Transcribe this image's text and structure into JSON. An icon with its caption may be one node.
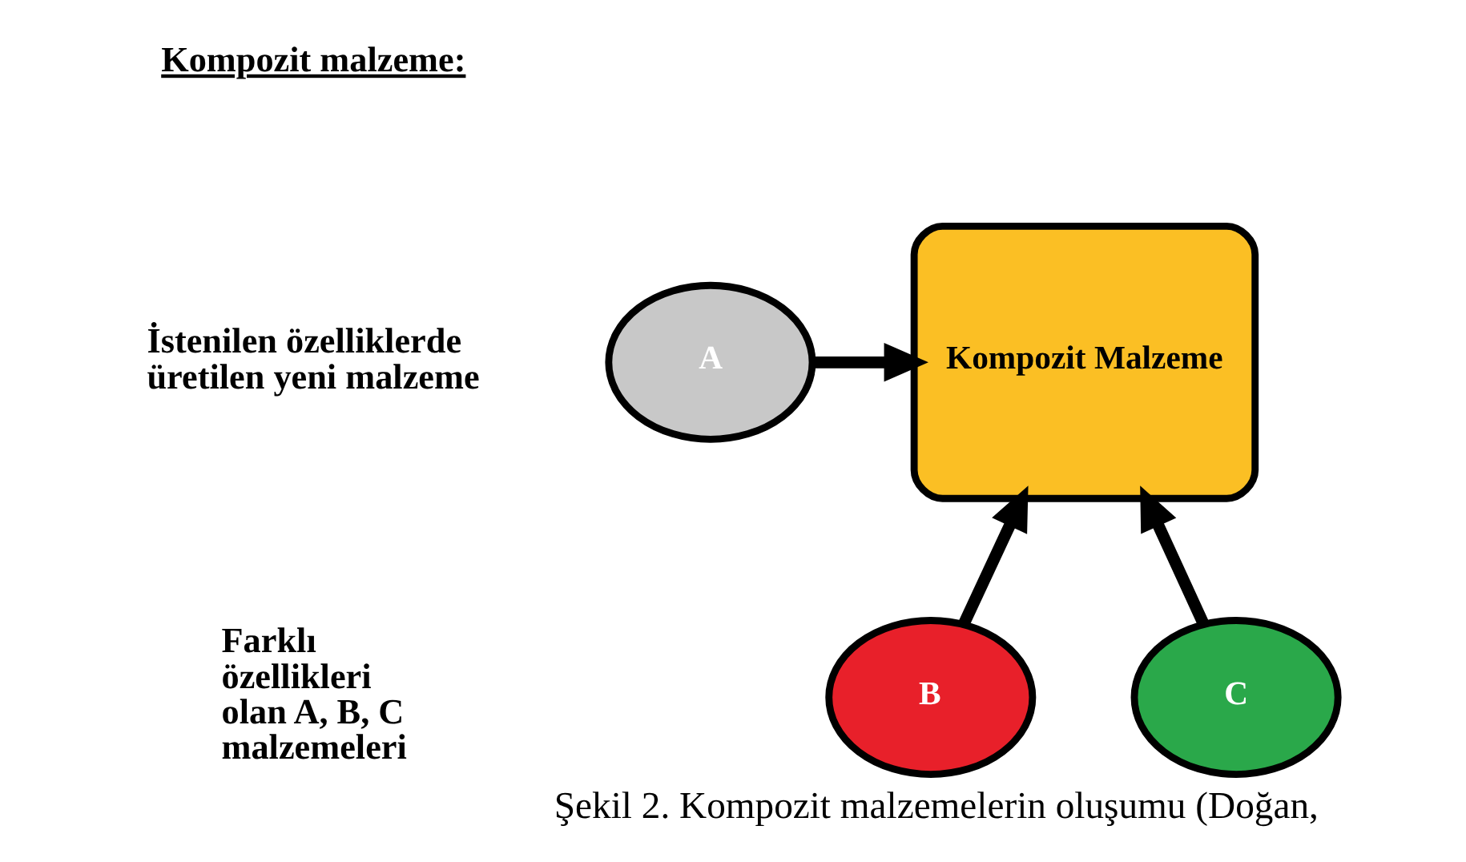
{
  "diagram": {
    "caption": "Şekil 2. Kompozit malzemelerin oluşumu (Doğan,",
    "nodes": [
      {
        "text": [
          "Kompozit Malzeme"
        ]
      },
      {
        "text": [
          "A"
        ]
      },
      {
        "text": [
          "B"
        ]
      },
      {
        "text": [
          "C"
        ]
      }
    ],
    "edges": [
      {
        "from": 1,
        "to": 0,
        "arrow": "to"
      },
      {
        "from": 2,
        "to": 0,
        "arrow": "to"
      },
      {
        "from": 3,
        "to": 0,
        "arrow": "to"
      }
    ],
    "labels": [
      "Kompozit malzeme:",
      "İstenilen özelliklerde üretilen yeni malzeme",
      "Farklı özellikleri olan A, B, C malzemeleri"
    ]
  }
}
